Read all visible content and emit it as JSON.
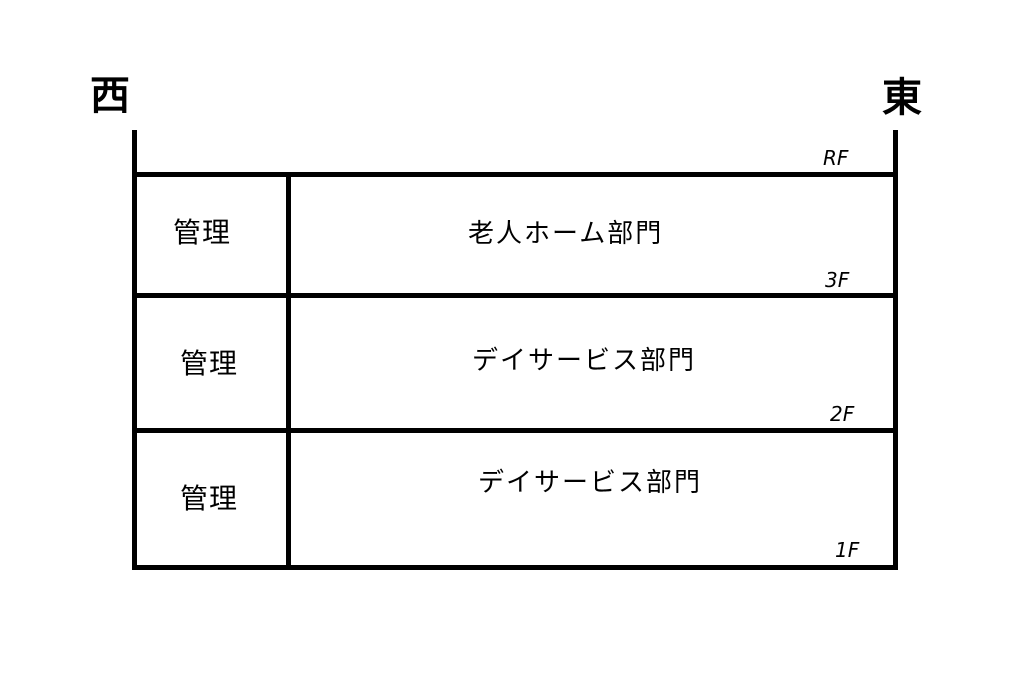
{
  "directions": {
    "west": "西",
    "east": "東"
  },
  "roof": {
    "label": "RF"
  },
  "floors": [
    {
      "label": "3F",
      "management": "管理",
      "department": "老人ホーム部門"
    },
    {
      "label": "2F",
      "management": "管理",
      "department": "デイサービス部門"
    },
    {
      "label": "1F",
      "management": "管理",
      "department": "デイサービス部門"
    }
  ],
  "colors": {
    "line": "#000000",
    "background": "#ffffff"
  }
}
